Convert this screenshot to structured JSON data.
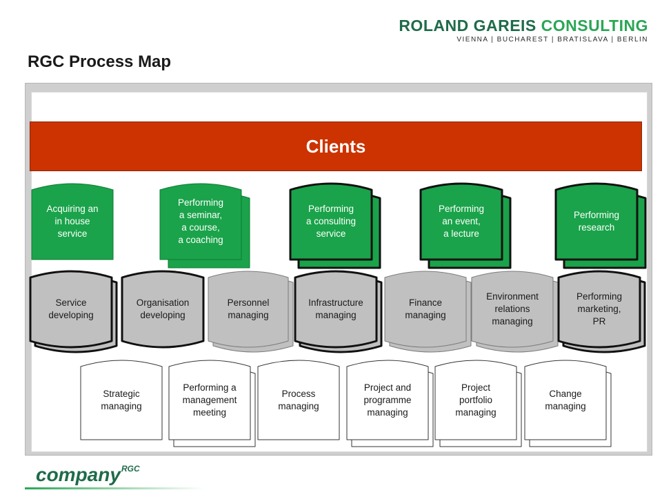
{
  "header": {
    "company_name_part1": "ROLAND GAREIS ",
    "company_name_part2": "CONSULTING",
    "cities": "VIENNA | BUCHAREST | BRATISLAVA | BERLIN"
  },
  "title": "RGC Process Map",
  "clients_label": "Clients",
  "footer": {
    "brand": "company",
    "brand_sup": "RGC"
  },
  "colors": {
    "clients_bar": "#cc3300",
    "business_process": "#1aa34a",
    "support_process": "#c0c0c0",
    "management_process": "#ffffff",
    "dark_border": "#111111",
    "logo_green": "#1f6b4a"
  },
  "rows": {
    "business": [
      {
        "label": "Acquiring an\nin house\nservice",
        "multi": false,
        "bold": false
      },
      {
        "label": "Performing\na seminar,\na course,\na coaching",
        "multi": true,
        "bold": false
      },
      {
        "label": "Performing\na consulting\nservice",
        "multi": true,
        "bold": true
      },
      {
        "label": "Performing\nan event,\na lecture",
        "multi": true,
        "bold": true
      },
      {
        "label": "Performing\nresearch",
        "multi": true,
        "bold": true
      }
    ],
    "support": [
      {
        "label": "Service\ndeveloping",
        "multi": true,
        "bold": true
      },
      {
        "label": "Organisation\ndeveloping",
        "multi": false,
        "bold": true
      },
      {
        "label": "Personnel\nmanaging",
        "multi": true,
        "bold": false
      },
      {
        "label": "Infrastructure\nmanaging",
        "multi": true,
        "bold": true
      },
      {
        "label": "Finance\nmanaging",
        "multi": true,
        "bold": false
      },
      {
        "label": "Environment\nrelations\nmanaging",
        "multi": true,
        "bold": false
      },
      {
        "label": "Performing\nmarketing,\nPR",
        "multi": true,
        "bold": true
      }
    ],
    "management": [
      {
        "label": "Strategic\nmanaging",
        "multi": false
      },
      {
        "label": "Performing  a\nmanagement\nmeeting",
        "multi": true
      },
      {
        "label": "Process\nmanaging",
        "multi": false
      },
      {
        "label": "Project and\nprogramme\nmanaging",
        "multi": true
      },
      {
        "label": "Project\nportfolio\nmanaging",
        "multi": true
      },
      {
        "label": "Change\nmanaging",
        "multi": true
      }
    ]
  }
}
